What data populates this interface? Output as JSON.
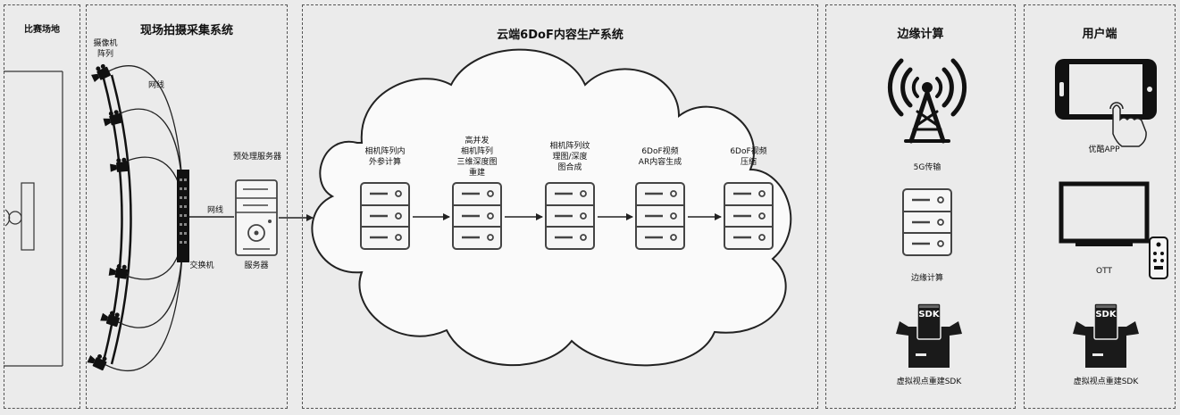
{
  "sections": {
    "field": {
      "title": "比赛场地"
    },
    "capture": {
      "title": "现场拍摄采集系统",
      "camera_array_label": "摄像机\n阵列",
      "network_label_top": "网线",
      "switch_label": "交换机",
      "network_label_mid": "网线",
      "preprocess_label": "预处理服务器",
      "server_label": "服务器"
    },
    "cloud": {
      "title": "云端6DoF内容生产系统",
      "steps": [
        {
          "label": "相机阵列内\n外参计算"
        },
        {
          "label": "高并发\n相机阵列\n三维深度图\n重建"
        },
        {
          "label": "相机阵列纹\n理图/深度\n图合成"
        },
        {
          "label": "6DoF视频\nAR内容生成"
        },
        {
          "label": "6DoF视频\n压缩"
        }
      ]
    },
    "edge": {
      "title": "边缘计算",
      "tower_label": "5G传输",
      "server_label": "边缘计算",
      "sdk_label": "虚拟视点重建SDK",
      "sdk_badge": "SDK"
    },
    "user": {
      "title": "用户端",
      "phone_label": "优酷APP",
      "tv_label": "OTT",
      "sdk_label": "虚拟视点重建SDK",
      "sdk_badge": "SDK"
    }
  }
}
